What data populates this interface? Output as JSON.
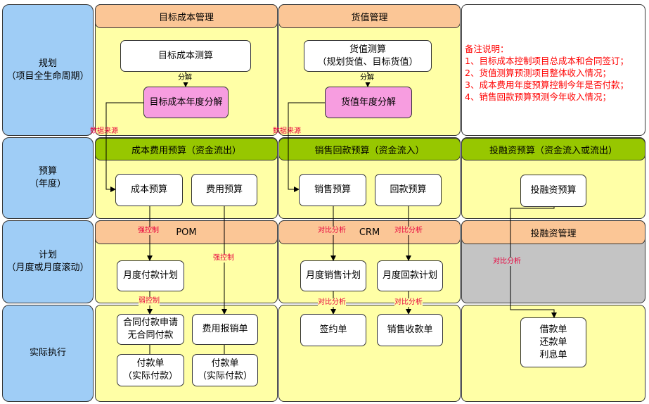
{
  "rows": [
    {
      "id": "planning",
      "label": "规划\n（项目全生命周期）"
    },
    {
      "id": "budget",
      "label": "预算\n（年度）"
    },
    {
      "id": "plan",
      "label": "计划\n（月度或月度滚动）"
    },
    {
      "id": "execution",
      "label": "实际执行"
    }
  ],
  "columns": {
    "target_cost": "目标成本管理",
    "value": "货值管理",
    "pom": "POM",
    "crm": "CRM",
    "financing_mgmt": "投融资管理"
  },
  "budget_headers": {
    "cost": "成本费用预算（资金流出）",
    "sales": "销售回款预算（资金流入）",
    "financing": "投融资预算（资金流入或流出）"
  },
  "boxes": {
    "target_cost_calc": "目标成本测算",
    "target_cost_annual": "目标成本年度分解",
    "value_calc": "货值测算\n（规划货值、目标货值）",
    "value_annual": "货值年度分解",
    "cost_budget": "成本预算",
    "expense_budget": "费用预算",
    "sales_budget": "销售预算",
    "collection_budget": "回款预算",
    "financing_budget": "投融资预算",
    "monthly_payment_plan": "月度付款计划",
    "monthly_sales_plan": "月度销售计划",
    "monthly_collection_plan": "月度回款计划",
    "contract_payment_request": "合同付款申请\n无合同付款",
    "expense_reimbursement": "费用报销单",
    "payment_order_1": "付款单\n（实际付款）",
    "payment_order_2": "付款单\n（实际付款）",
    "contract_order": "签约单",
    "sales_receipt": "销售收款单",
    "loan_docs": "借款单\n还款单\n利息单"
  },
  "labels": {
    "decompose_1": "分解",
    "decompose_2": "分解",
    "data_source_1": "数据来源",
    "data_source_2": "数据来源",
    "strong_control_1": "强控制",
    "strong_control_2": "强控制",
    "weak_control": "弱控制",
    "compare_1": "对比分析",
    "compare_2": "对比分析",
    "compare_3": "对比分析",
    "compare_4": "对比分析",
    "compare_5": "对比分析"
  },
  "notes": {
    "title": "备注说明：",
    "items": [
      "1、目标成本控制项目总成本和合同签订；",
      "2、货值测算预测项目整体收入情况；",
      "3、成本费用年度预算控制今年是否付款；",
      "4、销售回款预算预测今年收入情况；"
    ]
  },
  "colors": {
    "row_header": "#9fcdf6",
    "cell": "#ffffa6",
    "column_header": "#fbc696",
    "budget_header": "#97c700",
    "pink_box": "#f79de0",
    "gray_cell": "#c4c4c4",
    "red_label": "#e8003c",
    "note_text": "#ff0000"
  }
}
